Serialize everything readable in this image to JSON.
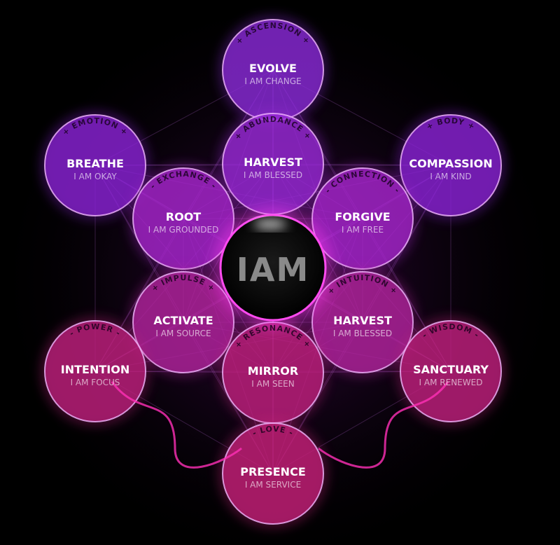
{
  "center": {
    "logo": "IAM"
  },
  "nodes": [
    {
      "id": "evolve",
      "arc": "+ ASCENSION +",
      "title": "EVOLVE",
      "subtitle": "I AM CHANGE",
      "color": "#8a2bd8"
    },
    {
      "id": "breathe",
      "arc": "+ EMOTION +",
      "title": "BREATHE",
      "subtitle": "I AM OKAY",
      "color": "#8a22d6"
    },
    {
      "id": "harvest-top",
      "arc": "+ ABUNDANCE +",
      "title": "HARVEST",
      "subtitle": "I AM BLESSED",
      "color": "#9a2ad8"
    },
    {
      "id": "compassion",
      "arc": "+ BODY +",
      "title": "COMPASSION",
      "subtitle": "I AM KIND",
      "color": "#8a22d6"
    },
    {
      "id": "root",
      "arc": "- EXCHANGE -",
      "title": "ROOT",
      "subtitle": "I AM GROUNDED",
      "color": "#a826cf"
    },
    {
      "id": "forgive",
      "arc": "- CONNECTION -",
      "title": "FORGIVE",
      "subtitle": "I AM FREE",
      "color": "#a826cf"
    },
    {
      "id": "activate",
      "arc": "+ IMPULSE +",
      "title": "ACTIVATE",
      "subtitle": "I AM SOURCE",
      "color": "#b3249e"
    },
    {
      "id": "harvest-mid",
      "arc": "+ INTUITION +",
      "title": "HARVEST",
      "subtitle": "I AM BLESSED",
      "color": "#b3249e"
    },
    {
      "id": "intention",
      "arc": "- POWER -",
      "title": "INTENTION",
      "subtitle": "I AM FOCUS",
      "color": "#c0207e"
    },
    {
      "id": "mirror",
      "arc": "+ RESONANCE +",
      "title": "MIRROR",
      "subtitle": "I AM SEEN",
      "color": "#c0207e"
    },
    {
      "id": "sanctuary",
      "arc": "- WISDOM -",
      "title": "SANCTUARY",
      "subtitle": "I AM RENEWED",
      "color": "#c0207e"
    },
    {
      "id": "presence",
      "arc": "- LOVE -",
      "title": "PRESENCE",
      "subtitle": "I AM SERVICE",
      "color": "#c8207a"
    }
  ]
}
